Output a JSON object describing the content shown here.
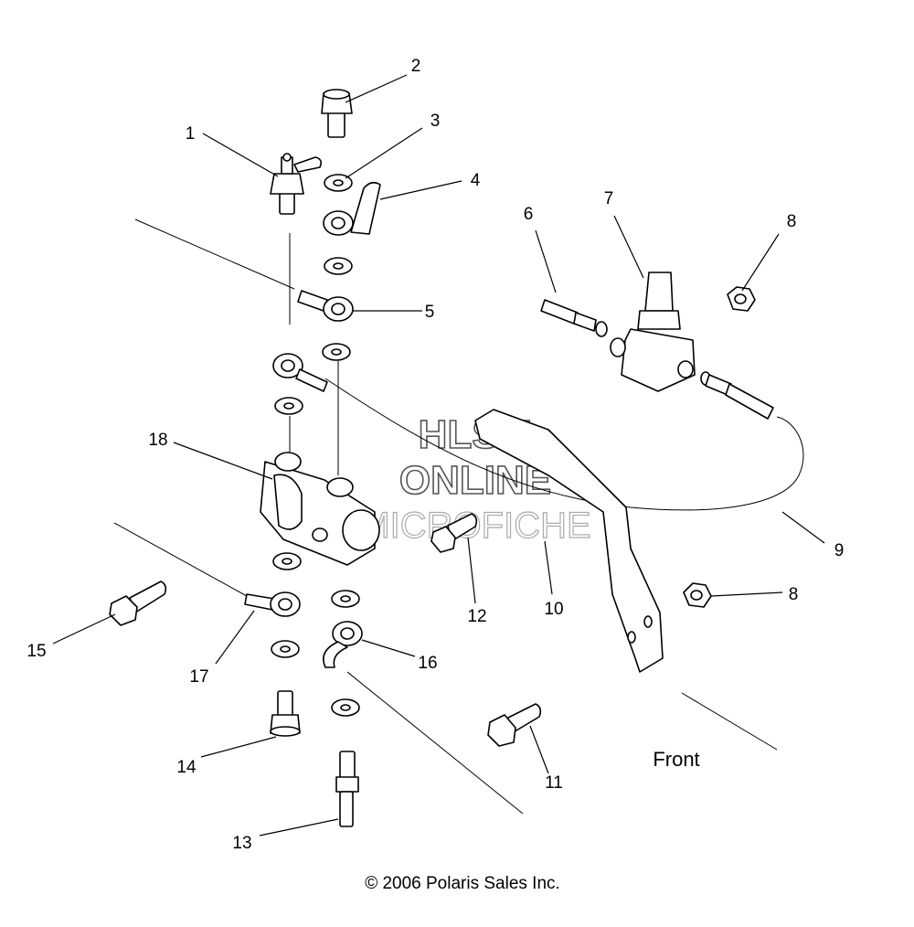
{
  "callouts": [
    "1",
    "2",
    "3",
    "4",
    "5",
    "6",
    "7",
    "8",
    "9",
    "10",
    "11",
    "12",
    "13",
    "14",
    "15",
    "16",
    "17",
    "18"
  ],
  "callout_8b": "8",
  "front_label": "Front",
  "copyright": "© 2006 Polaris Sales Inc.",
  "watermark": [
    "HLSM",
    "ONLINE",
    "MICROFICHE"
  ]
}
